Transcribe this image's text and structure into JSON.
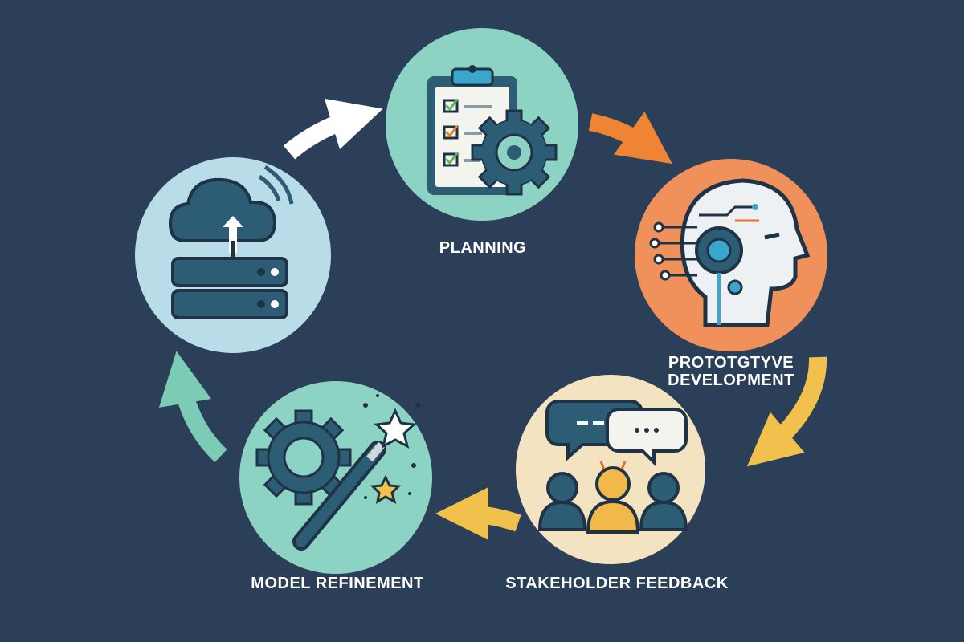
{
  "diagram": {
    "stages": [
      {
        "id": "planning",
        "label": "PLANNING",
        "icon": "clipboard-gear-icon",
        "circle_color": "#8dd3c4"
      },
      {
        "id": "prototype",
        "label_line1": "PROTOTGTYVE",
        "label_line2": "DEVELOPMENT",
        "icon": "ai-head-icon",
        "circle_color": "#f0905a"
      },
      {
        "id": "feedback",
        "label": "STAKEHOLDER FEEDBACK",
        "icon": "people-chat-icon",
        "circle_color": "#f4e3c1"
      },
      {
        "id": "refinement",
        "label": "MODEL REFINEMENT",
        "icon": "gear-wand-icon",
        "circle_color": "#8dd3c4"
      },
      {
        "id": "deployment",
        "icon": "cloud-server-icon",
        "circle_color": "#b9dde8"
      }
    ],
    "arrows": [
      {
        "from": "deployment",
        "to": "planning",
        "color": "#ffffff"
      },
      {
        "from": "planning",
        "to": "prototype",
        "color": "#ee8434"
      },
      {
        "from": "prototype",
        "to": "feedback",
        "color": "#f2c04c"
      },
      {
        "from": "feedback",
        "to": "refinement",
        "color": "#f2c04c"
      },
      {
        "from": "refinement",
        "to": "deployment",
        "color": "#7ccbb5"
      }
    ],
    "colors": {
      "background": "#2b3f59",
      "icon_dark": "#2d5d74",
      "outline": "#1f3346"
    }
  }
}
